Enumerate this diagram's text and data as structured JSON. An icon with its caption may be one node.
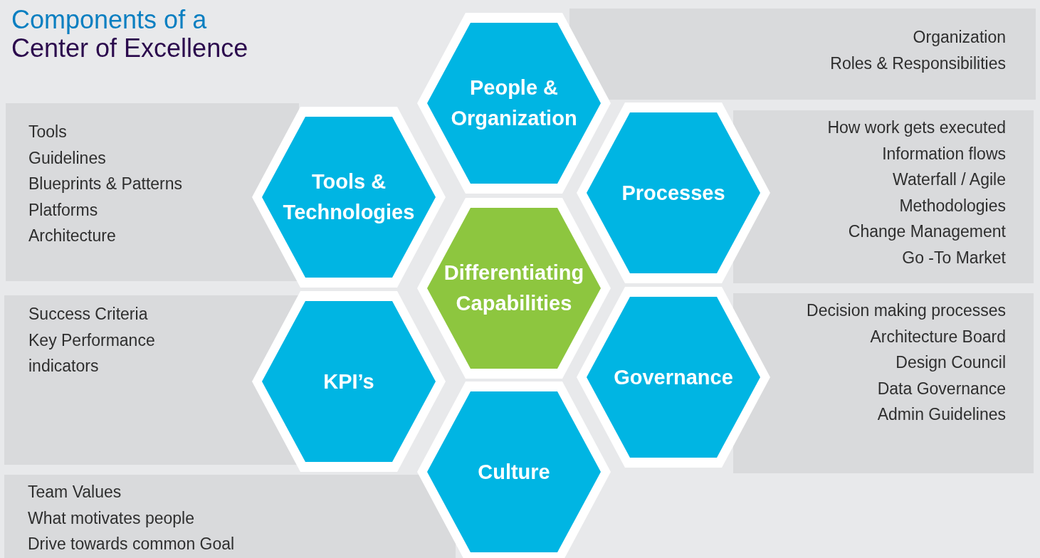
{
  "diagram": {
    "title": "Components of a Center of Excellence",
    "nodes": [
      {
        "text": [
          "People & Organization"
        ]
      },
      {
        "text": [
          "Organization",
          "Roles & Responsibilities"
        ]
      },
      {
        "text": [
          "Tools",
          "Guidelines",
          "Blueprints & Patterns",
          "Platforms",
          "Architecture"
        ]
      },
      {
        "text": [
          "Tools & Technologies"
        ]
      },
      {
        "text": [
          "Processes"
        ]
      },
      {
        "text": [
          "How work gets executed",
          "Information flows",
          "Waterfall / Agile",
          "Methodologies",
          "Change Management",
          "Go -To Market"
        ]
      },
      {
        "text": [
          "Differentiating Capabilities"
        ]
      },
      {
        "text": [
          "Success Criteria",
          "Key Performance indicators"
        ]
      },
      {
        "text": [
          "KPI’s"
        ]
      },
      {
        "text": [
          "Governance"
        ]
      },
      {
        "text": [
          "Decision making processes",
          "Architecture Board",
          "Design Council",
          "Data Governance",
          "Admin Guidelines"
        ]
      },
      {
        "text": [
          "Culture"
        ]
      },
      {
        "text": [
          "Team Values",
          "What motivates people",
          "Drive towards common Goal"
        ]
      }
    ]
  }
}
